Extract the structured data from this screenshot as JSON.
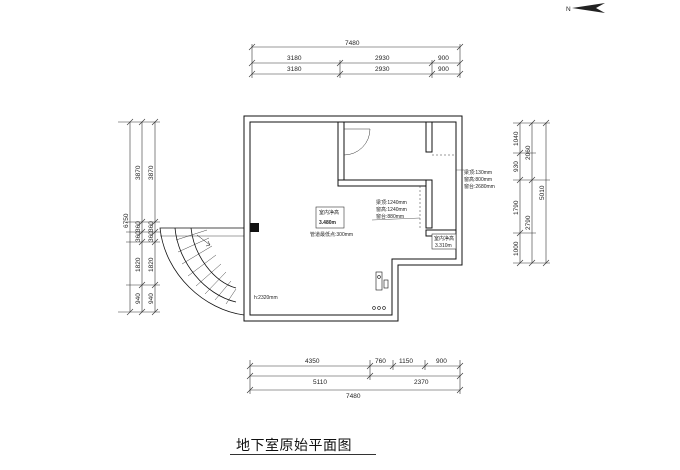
{
  "title": "地下室原始平面图",
  "compass": {
    "label": "N"
  },
  "top_dims": {
    "overall": "7480",
    "row1": [
      "3180",
      "2930",
      "900"
    ],
    "row2": [
      "3180",
      "2930",
      "900"
    ]
  },
  "bottom_dims": {
    "row1": [
      "4350",
      "760",
      "1150",
      "900"
    ],
    "row2": [
      "5110",
      "2370"
    ],
    "overall": "7480"
  },
  "left_dims": {
    "overall": "6750",
    "col1": [
      "3870",
      "360",
      "360",
      "1820",
      "940"
    ],
    "col2": [
      "3870",
      "360",
      "360",
      "1820",
      "940"
    ]
  },
  "right_dims": {
    "overall": "5010",
    "col1": [
      "1040",
      "930",
      "1790",
      "1000"
    ],
    "col2": [
      "2060",
      "2790"
    ]
  },
  "annotations": {
    "room_label_1": "室内净高",
    "room_height_1": "3.480m",
    "pipe_note": "管道最低点:300mm",
    "beam_lines": [
      "梁顶:1240mm",
      "窗高:1240mm",
      "窗台:880mm"
    ],
    "side_lines": [
      "梁顶:130mm",
      "窗高:800mm",
      "窗台:2680mm"
    ],
    "room_label_2": "室内净高",
    "room_height_2": "3.310m",
    "stair_note": "h:2320mm"
  }
}
